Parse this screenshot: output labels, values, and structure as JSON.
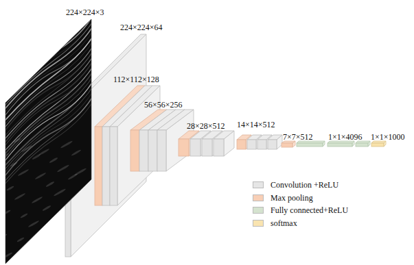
{
  "diagram": {
    "labels": [
      "224×224×3",
      "224×224×64",
      "112×112×128",
      "56×56×256",
      "28×28×512",
      "14×14×512",
      "7×7×512",
      "1×1×4096",
      "1×1×1000"
    ],
    "legend": [
      {
        "text": "Convolution +ReLU",
        "color": "#e6e6e6"
      },
      {
        "text": "Max pooling",
        "color": "#f8cfb6"
      },
      {
        "text": "Fully connected+ReLU",
        "color": "#d5e3cf"
      },
      {
        "text": "softmax",
        "color": "#f9e4b0"
      }
    ]
  }
}
